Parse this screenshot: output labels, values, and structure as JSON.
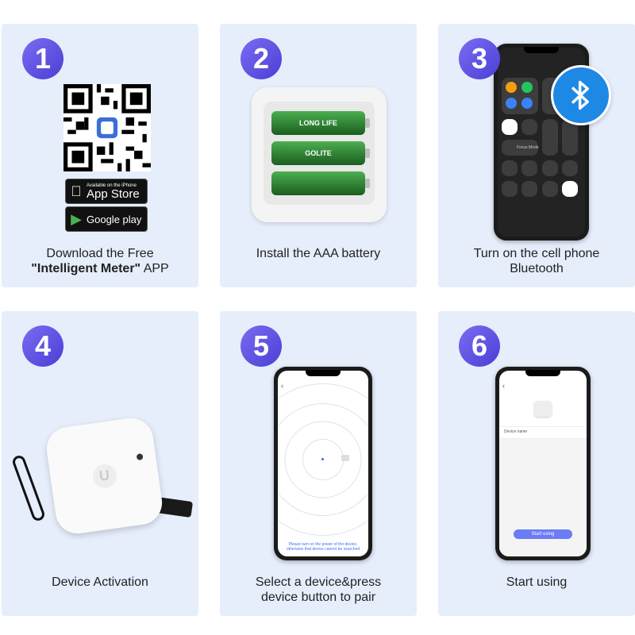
{
  "steps": [
    {
      "number": "1",
      "caption_line1": "Download the Free",
      "caption_bold": "\"Intelligent Meter\"",
      "caption_rest": " APP"
    },
    {
      "number": "2",
      "caption_line1": "Install the AAA battery"
    },
    {
      "number": "3",
      "caption_line1": "Turn on the cell phone",
      "caption_line2": "Bluetooth"
    },
    {
      "number": "4",
      "caption_line1": "Device Activation"
    },
    {
      "number": "5",
      "caption_line1": "Select a device&press",
      "caption_line2": "device button to pair"
    },
    {
      "number": "6",
      "caption_line1": "Start using"
    }
  ],
  "store": {
    "appstore_small": "Available on the iPhone",
    "appstore_big": "App Store",
    "googleplay": "Google play"
  },
  "battery": {
    "brand": "GOLITE",
    "sub": "LONG LIFE"
  },
  "control_center": {
    "focus_label": "Focus Mode"
  },
  "pairing": {
    "hint": "Please turn on the power of the device, otherwise that device cannot be searched"
  },
  "start_screen": {
    "device_label": "Device name",
    "button": "Start using"
  },
  "hub_logo": "U",
  "colors": {
    "card_bg": "#e6eefb",
    "badge": "#5b4fe0",
    "bluetooth": "#1e88e5",
    "button": "#6b7cf5"
  },
  "icons": [
    "bluetooth-icon",
    "apple-icon",
    "play-icon",
    "qr-code"
  ]
}
